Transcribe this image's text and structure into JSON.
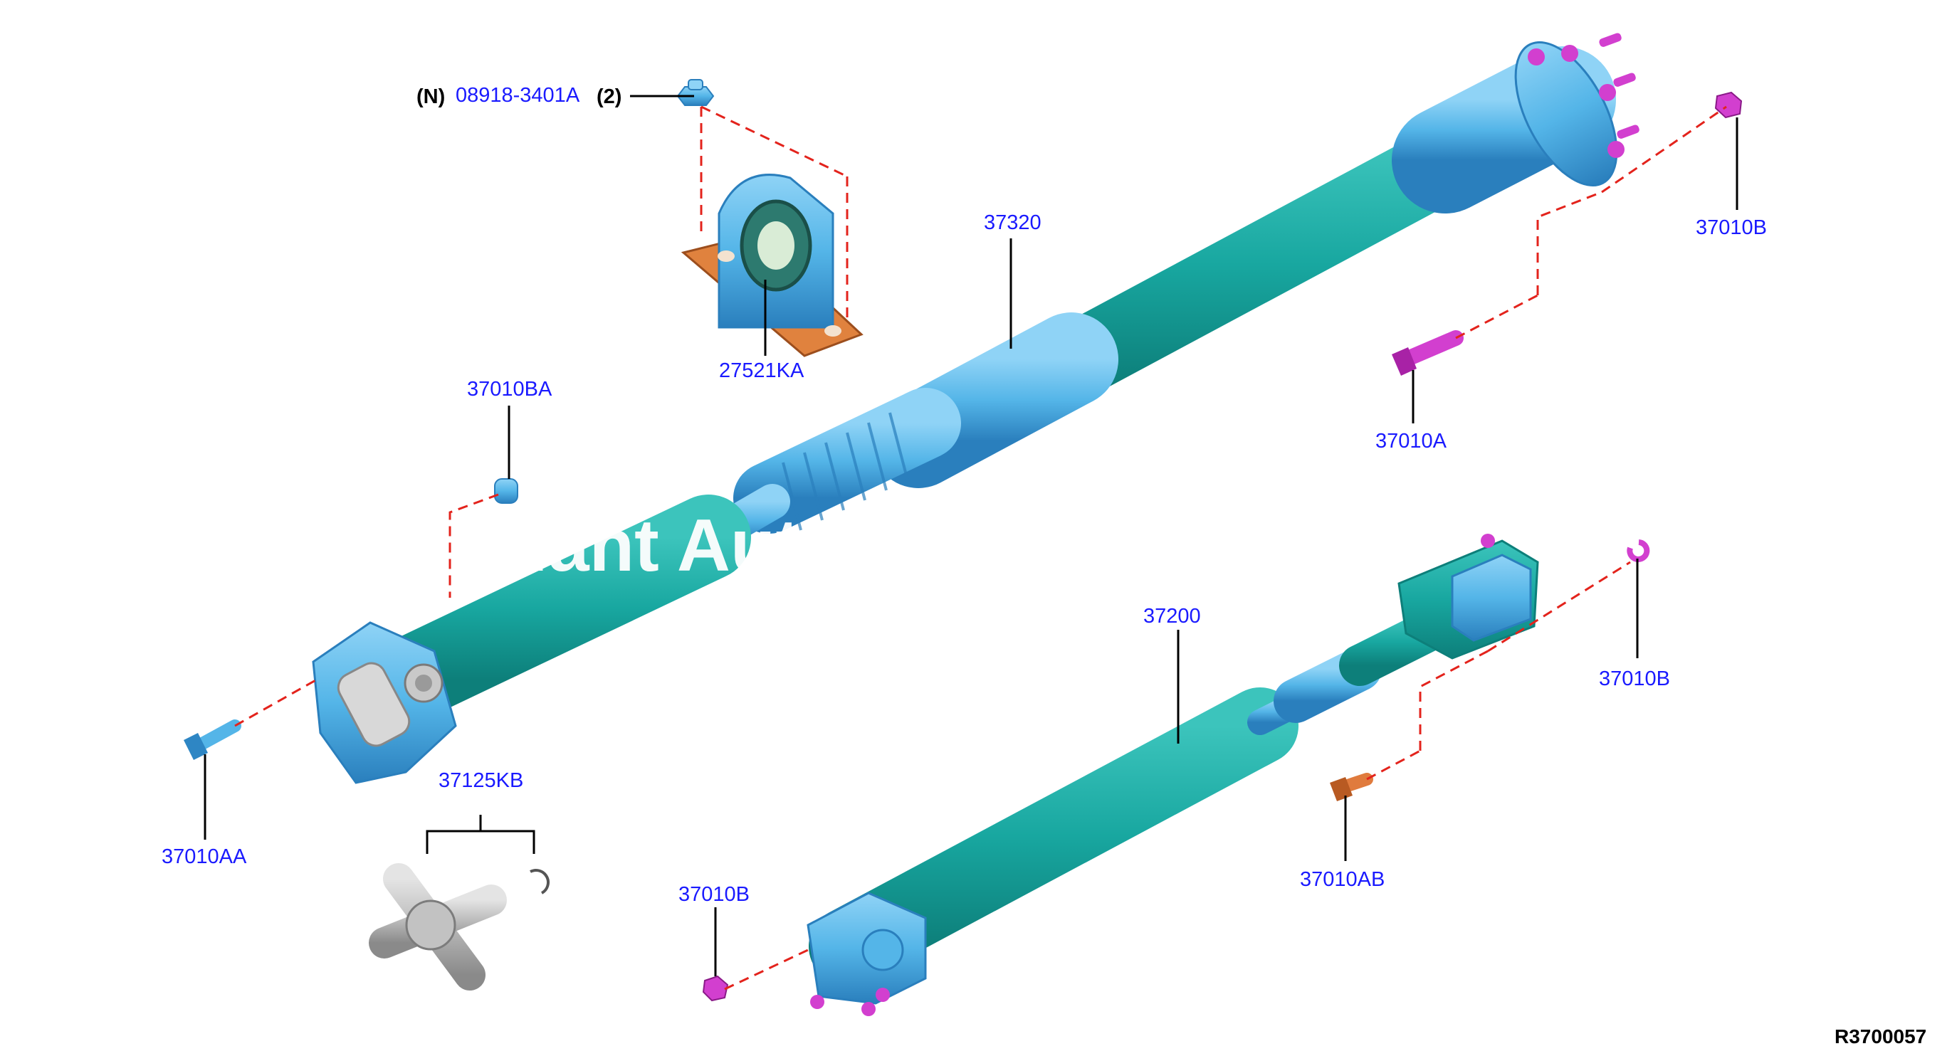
{
  "colors": {
    "shaft": "#18a7a0",
    "shaft_dark": "#0f8a84",
    "yoke": "#54b5e8",
    "yoke_dark": "#2e86c4",
    "bolt_magenta": "#d23fcf",
    "bolt_orange": "#e07b3d",
    "label_blue": "#1a1aff",
    "leader_red": "#e3231c",
    "bracket_orange": "#e0823e"
  },
  "labels": {
    "nut_prefix": "(N)",
    "nut_part": "08918-3401A",
    "nut_qty": "(2)",
    "bearing_bracket": "27521KA",
    "front_shaft": "37320",
    "flange_nut_top": "37010B",
    "flange_bolt": "37010A",
    "yoke_nut": "37010BA",
    "yoke_bolt": "37010AA",
    "ujoint_kit": "37125KB",
    "rear_shaft": "37200",
    "rear_nut_right": "37010B",
    "rear_bolt": "37010AB",
    "rear_nut_left": "37010B",
    "diagram_ref": "R3700057"
  },
  "watermark": "Giant Auto Parts"
}
